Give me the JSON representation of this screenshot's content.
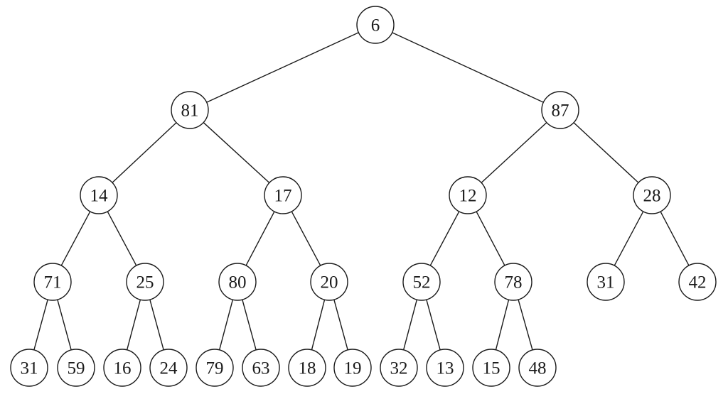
{
  "tree": {
    "nodes": [
      {
        "id": "n0",
        "value": "6",
        "parent": null
      },
      {
        "id": "n1",
        "value": "81",
        "parent": "n0"
      },
      {
        "id": "n2",
        "value": "87",
        "parent": "n0"
      },
      {
        "id": "n3",
        "value": "14",
        "parent": "n1"
      },
      {
        "id": "n4",
        "value": "17",
        "parent": "n1"
      },
      {
        "id": "n5",
        "value": "12",
        "parent": "n2"
      },
      {
        "id": "n6",
        "value": "28",
        "parent": "n2"
      },
      {
        "id": "n7",
        "value": "71",
        "parent": "n3"
      },
      {
        "id": "n8",
        "value": "25",
        "parent": "n3"
      },
      {
        "id": "n9",
        "value": "80",
        "parent": "n4"
      },
      {
        "id": "n10",
        "value": "20",
        "parent": "n4"
      },
      {
        "id": "n11",
        "value": "52",
        "parent": "n5"
      },
      {
        "id": "n12",
        "value": "78",
        "parent": "n5"
      },
      {
        "id": "n13",
        "value": "31",
        "parent": "n6"
      },
      {
        "id": "n14",
        "value": "42",
        "parent": "n6"
      },
      {
        "id": "n15",
        "value": "31",
        "parent": "n7"
      },
      {
        "id": "n16",
        "value": "59",
        "parent": "n7"
      },
      {
        "id": "n17",
        "value": "16",
        "parent": "n8"
      },
      {
        "id": "n18",
        "value": "24",
        "parent": "n8"
      },
      {
        "id": "n19",
        "value": "79",
        "parent": "n9"
      },
      {
        "id": "n20",
        "value": "63",
        "parent": "n9"
      },
      {
        "id": "n21",
        "value": "18",
        "parent": "n10"
      },
      {
        "id": "n22",
        "value": "19",
        "parent": "n10"
      },
      {
        "id": "n23",
        "value": "32",
        "parent": "n11"
      },
      {
        "id": "n24",
        "value": "13",
        "parent": "n11"
      },
      {
        "id": "n25",
        "value": "15",
        "parent": "n12"
      },
      {
        "id": "n26",
        "value": "48",
        "parent": "n12"
      }
    ]
  }
}
